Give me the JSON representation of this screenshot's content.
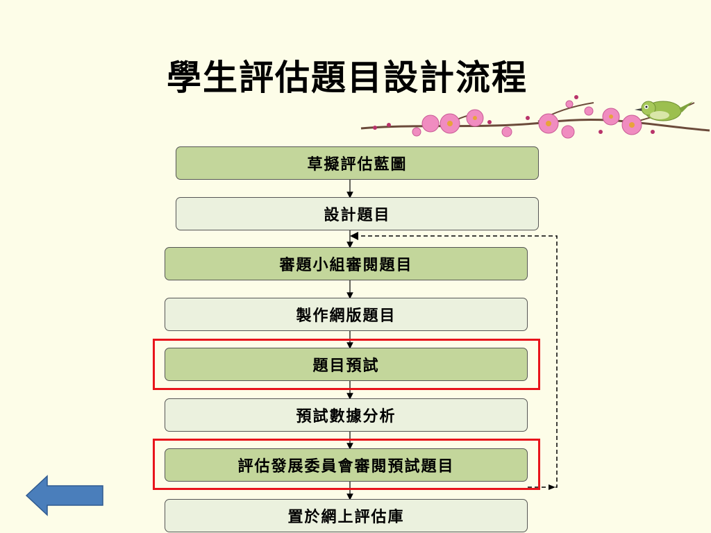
{
  "title": "學生評估題目設計流程",
  "colors": {
    "background": "#fdfde8",
    "step_green": "#c3d69b",
    "step_light": "#ebf1de",
    "highlight": "#e8141b",
    "back_arrow": "#4a7ebb"
  },
  "steps": [
    {
      "label": "草擬評估藍圖",
      "style": "green"
    },
    {
      "label": "設計題目",
      "style": "light"
    },
    {
      "label": "審題小組審閱題目",
      "style": "green"
    },
    {
      "label": "製作網版題目",
      "style": "light"
    },
    {
      "label": "題目預試",
      "style": "green",
      "highlighted": true
    },
    {
      "label": "預試數據分析",
      "style": "light"
    },
    {
      "label": "評估發展委員會審閱預試題目",
      "style": "green",
      "highlighted": true
    },
    {
      "label": "置於網上評估庫",
      "style": "light"
    }
  ],
  "feedback_loop": {
    "from_step": 7,
    "to_step": 2,
    "style": "dashed"
  },
  "decoration": {
    "icon": "plum-blossom-branch-with-bird-icon"
  },
  "navigation": {
    "back_icon": "left-arrow-icon"
  }
}
